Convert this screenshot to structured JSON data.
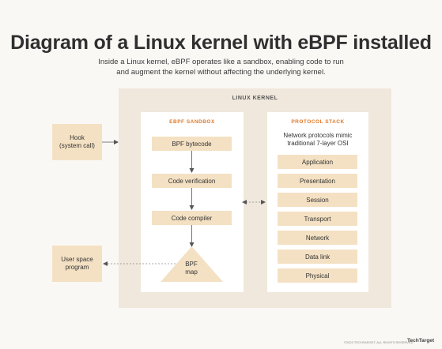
{
  "title": "Diagram of a Linux kernel with eBPF installed",
  "subtitle_line1": "Inside a Linux kernel, eBPF operates like a sandbox, enabling code to run",
  "subtitle_line2": "and augment the kernel without affecting the underlying kernel.",
  "kernel": {
    "label": "LINUX KERNEL"
  },
  "hook": {
    "line1": "Hook",
    "line2": "(system call)"
  },
  "user_space": {
    "line1": "User space",
    "line2": "program"
  },
  "sandbox": {
    "label": "EBPF SANDBOX",
    "steps": [
      "BPF bytecode",
      "Code verification",
      "Code compiler"
    ],
    "map_line1": "BPF",
    "map_line2": "map"
  },
  "stack": {
    "label": "PROTOCOL STACK",
    "desc_line1": "Network protocols mimic",
    "desc_line2": "traditional 7-layer OSI",
    "layers": [
      "Application",
      "Presentation",
      "Session",
      "Transport",
      "Network",
      "Data link",
      "Physical"
    ]
  },
  "footer": "©2023 TECHTARGET. ALL RIGHTS RESERVED",
  "brand": "TechTarget",
  "colors": {
    "accent": "#e07a2a",
    "box": "#f4e1c3",
    "kernel_bg": "#f0e8dc"
  }
}
